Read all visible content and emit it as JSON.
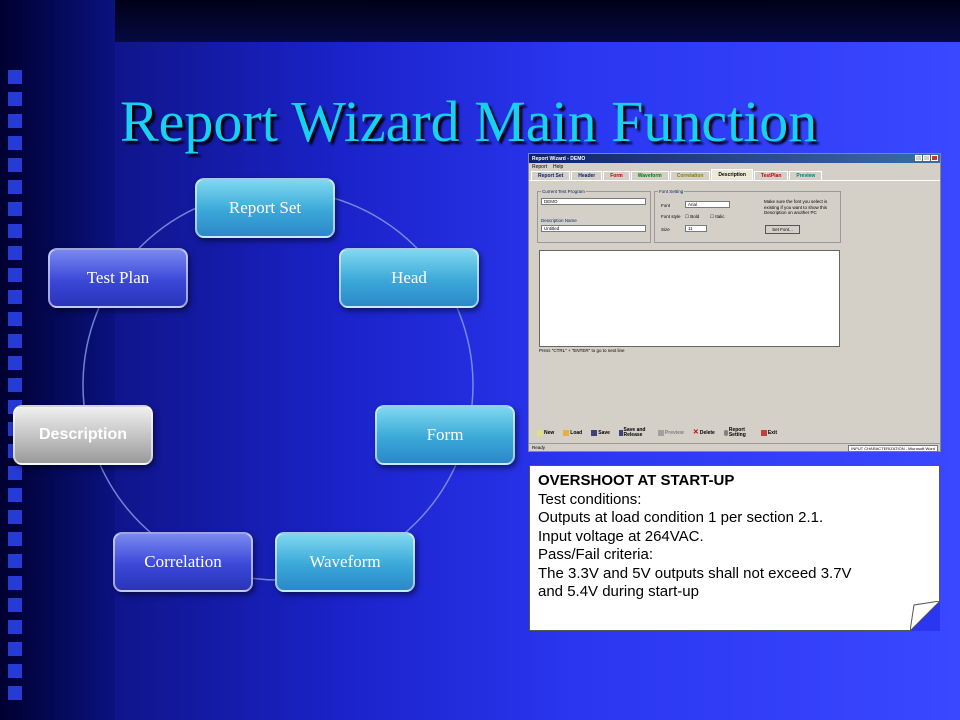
{
  "slide": {
    "title": "Report Wizard Main Function"
  },
  "cycle": {
    "nodes": [
      {
        "label": "Report Set"
      },
      {
        "label": "Head"
      },
      {
        "label": "Form"
      },
      {
        "label": "Waveform"
      },
      {
        "label": "Correlation"
      },
      {
        "label": "Description"
      },
      {
        "label": "Test Plan"
      }
    ]
  },
  "screenshot": {
    "window_title": "Report Wizard - DEMO",
    "menu": [
      "Report",
      "Help"
    ],
    "tabs": [
      "Report Set",
      "Header",
      "Form",
      "Waveform",
      "Correlation",
      "Description",
      "TestPlan",
      "Preview"
    ],
    "active_tab": "Description",
    "current_test_program_label": "Current Test Program",
    "current_test_program_value": "DEMO",
    "description_name_label": "Description Name",
    "description_name_value": "Untitled",
    "font_setting_label": "Font Setting",
    "font_label": "Font",
    "font_value": "Arial",
    "font_style_label": "Font style",
    "bold_label": "Bold",
    "italic_label": "Italic",
    "size_label": "Size",
    "size_value": "11",
    "hint": "Make sure the font you select is existing if you want to show this Description on another PC",
    "set_font_button": "Set Font...",
    "enter_hint": "Press \"CTRL\" + \"ENTER\" to go to next line",
    "buttons": [
      "New",
      "Load",
      "Save",
      "Save and Release",
      "Preview",
      "Delete",
      "Report Setting",
      "Exit"
    ],
    "status": "Ready",
    "status_doc": "INPUT CHARACTERIZATION - Microsoft Word"
  },
  "note": {
    "heading": "OVERSHOOT AT START-UP",
    "lines": [
      "Test conditions:",
      "Outputs at load condition 1 per section 2.1.",
      "Input voltage at 264VAC.",
      "Pass/Fail criteria:",
      "The 3.3V and 5V outputs shall not exceed 3.7V",
      "and 5.4V during start-up"
    ]
  },
  "colors": {
    "title": "#18d0f0",
    "node_cyan": "#3aa8d8",
    "node_blue": "#3a48d8",
    "node_gray": "#bdbdbd"
  }
}
